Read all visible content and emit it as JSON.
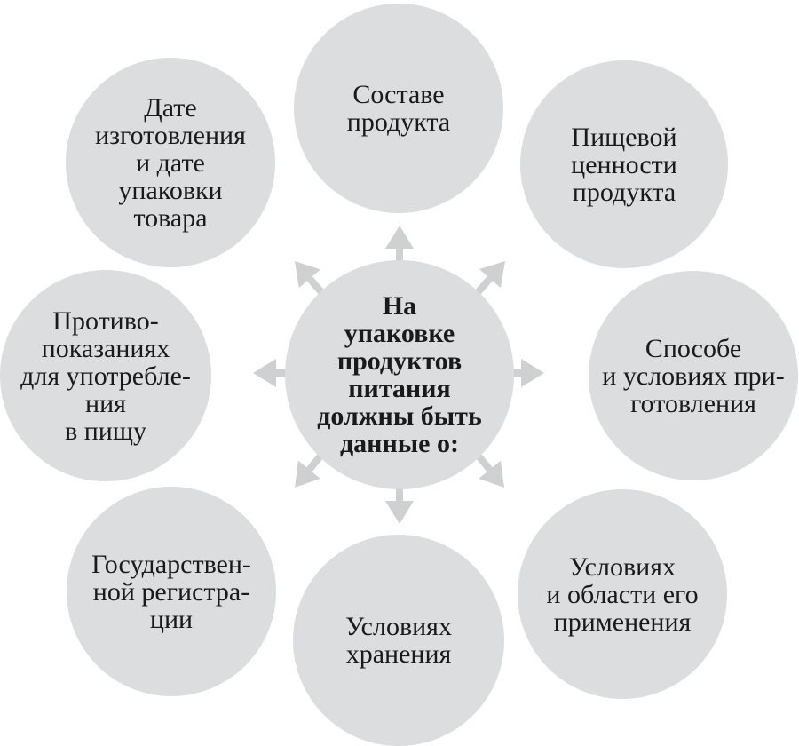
{
  "center": {
    "lines": [
      "На",
      "упаковке",
      "продуктов",
      "питания",
      "должны быть",
      "данные о:"
    ]
  },
  "nodes": {
    "top": {
      "lines": [
        "Составе",
        "продукта"
      ]
    },
    "top_right": {
      "lines": [
        "Пищевой",
        "ценности",
        "продукта"
      ]
    },
    "right": {
      "lines": [
        "Способе",
        "и условиях при-",
        "готовления"
      ]
    },
    "bottom_right": {
      "lines": [
        "Условиях",
        "и области его",
        "применения"
      ]
    },
    "bottom": {
      "lines": [
        "Условиях",
        "хранения"
      ]
    },
    "bottom_left": {
      "lines": [
        "Государствен-",
        "ной регистра-",
        "ции"
      ]
    },
    "left": {
      "lines": [
        "Противо-",
        "показаниях",
        "для употребле-",
        "ния",
        "в пищу"
      ]
    },
    "top_left": {
      "lines": [
        "Дате",
        "изготовления",
        "и дате",
        "упаковки",
        "товара"
      ]
    }
  },
  "colors": {
    "circle": "#dcdddf",
    "arrow": "#cfd0d2",
    "text": "#1a1a1a"
  }
}
